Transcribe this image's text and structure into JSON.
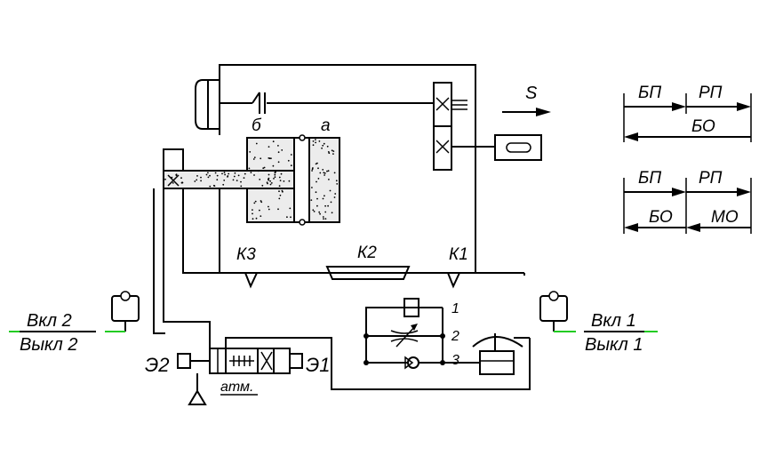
{
  "labels": {
    "b": "б",
    "a": "а",
    "S": "S",
    "K1": "К1",
    "K2": "К2",
    "K3": "К3",
    "E1": "Э1",
    "E2": "Э2",
    "atm": "атм.",
    "n1": "1",
    "n2": "2",
    "n3": "3",
    "on1": "Вкл 1",
    "off1": "Выкл 1",
    "on2": "Вкл 2",
    "off2": "Выкл 2"
  },
  "cycle_top": {
    "BP": "БП",
    "RP": "РП",
    "BO": "БО"
  },
  "cycle_bottom": {
    "BP": "БП",
    "RP": "РП",
    "BO": "БО",
    "MO": "МО"
  },
  "colors": {
    "line": "#000000",
    "switch_line": "#22cc22",
    "background": "#ffffff"
  }
}
